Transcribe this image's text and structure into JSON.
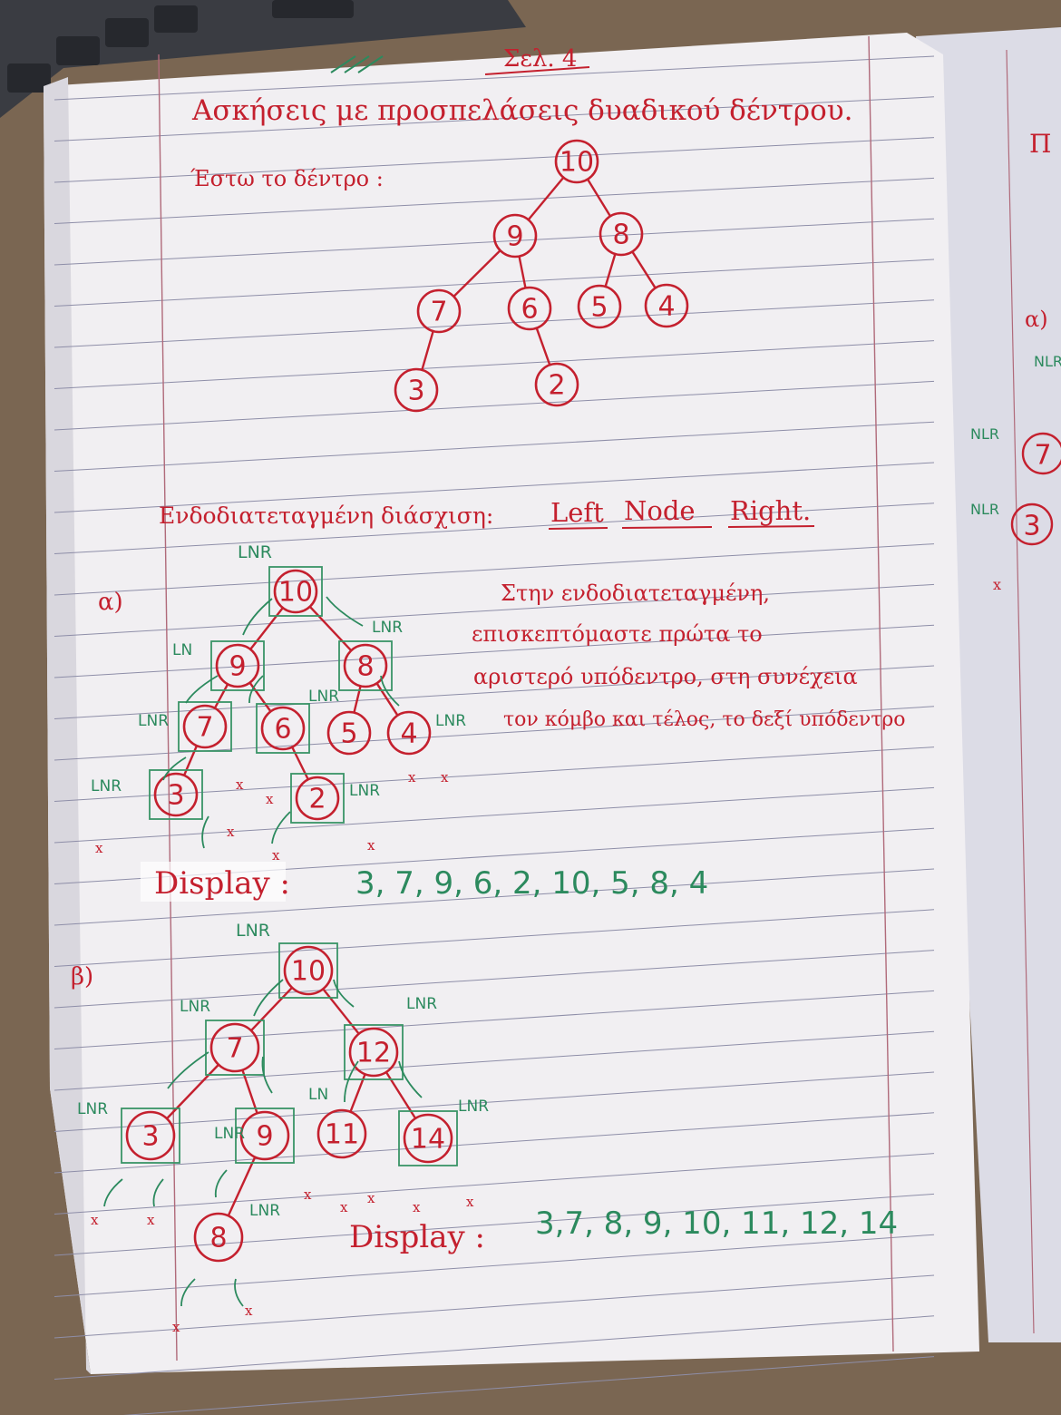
{
  "page": {
    "heading": "Σελ. 4",
    "title": "Ασκήσεις με προσπελάσεις δυαδικού δέντρου.",
    "intro": "Έστω το δέντρο :",
    "inorder_title": "Ενδοδιατεταγμένη διάσχιση:",
    "inorder_rule": [
      "Left",
      "Node",
      "Right."
    ],
    "explanation": [
      "Στην ενδοδιατεταγμένη,",
      "επισκεπτόμαστε πρώτα το",
      "αριστερό υπόδεντρο, στη συνέχεια",
      "τον κόμβο και τέλος, το δεξί υπόδεντρο"
    ],
    "part_a": "α)",
    "part_b": "β)",
    "display_label": "Display :",
    "display_a": "3, 7, 9, 6, 2, 10, 5, 8, 4",
    "display_b": "3,7, 8, 9, 10, 11, 12, 14",
    "trav_label": "LNR",
    "ln_label": "LN",
    "side_labels": [
      "Π",
      "NLR",
      "NLR",
      "NLR",
      "α)",
      "x"
    ]
  },
  "tree_1": [
    "10",
    "9",
    "8",
    "7",
    "6",
    "5",
    "4",
    "3",
    "2"
  ],
  "tree_a": [
    "10",
    "9",
    "8",
    "7",
    "6",
    "5",
    "4",
    "3",
    "2"
  ],
  "tree_b": [
    "10",
    "7",
    "12",
    "3",
    "9",
    "11",
    "14",
    "8"
  ],
  "colors": {
    "red_ink": "#c4202e",
    "green_ink": "#2c8a5e",
    "paper": "#f1eff2",
    "rule": "#8e8ea8",
    "margin": "#b06a7a"
  }
}
